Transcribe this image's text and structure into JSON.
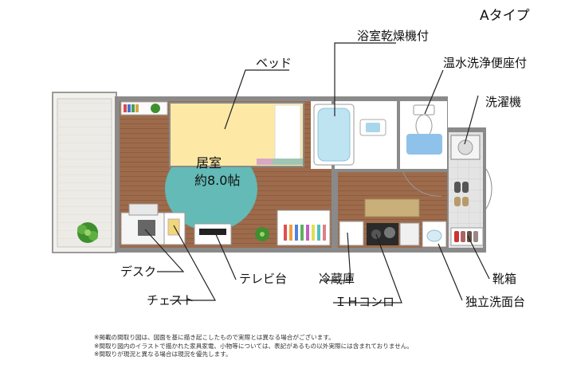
{
  "title": "Aタイプ",
  "room": {
    "name": "居室",
    "size": "約8.0帖"
  },
  "labels": {
    "bed": "ベッド",
    "bath": "浴室乾燥機付",
    "toilet": "温水洗浄便座付",
    "washer": "洗濯機",
    "desk": "デスク",
    "chest": "チェスト",
    "tv": "テレビ台",
    "fridge": "冷蔵庫",
    "ih": "ＩＨコンロ",
    "shoe": "靴箱",
    "sink": "独立洗面台"
  },
  "notes": [
    "※掲載の間取り図は、図面を基に描き起こしたもので実際とは異なる場合がございます。",
    "※間取り図内のイラストで描かれた家具家電、小物等については、表記があるもの以外実際には含まれておりません。",
    "※間取りが現況と異なる場合は現況を優先します。"
  ],
  "colors": {
    "wall": "#7a7a7a",
    "floor_wood": "#9b6a4a",
    "floor_kitchen": "#a4714e",
    "rug": "#5fb8b4",
    "bed": "#fbe9a6",
    "balcony": "#e8e6e0",
    "tile": "#dcdcdc"
  }
}
